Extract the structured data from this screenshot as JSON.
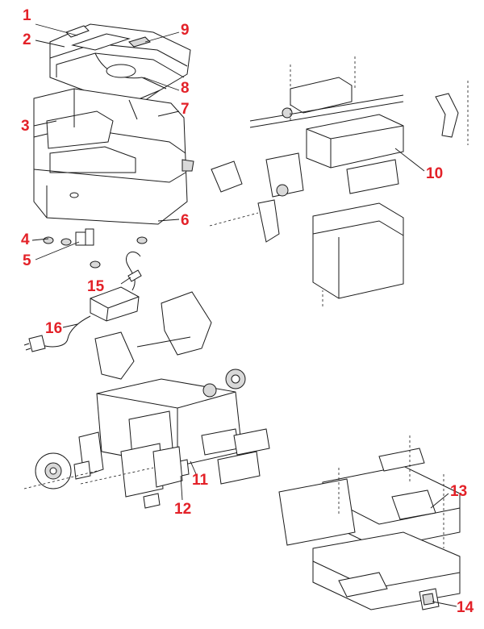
{
  "callout_color": "#e32128",
  "line_color": "#1a1a1a",
  "callouts": [
    {
      "id": "c1",
      "label": "1"
    },
    {
      "id": "c2",
      "label": "2"
    },
    {
      "id": "c3",
      "label": "3"
    },
    {
      "id": "c4",
      "label": "4"
    },
    {
      "id": "c5",
      "label": "5"
    },
    {
      "id": "c6",
      "label": "6"
    },
    {
      "id": "c7",
      "label": "7"
    },
    {
      "id": "c8",
      "label": "8"
    },
    {
      "id": "c9",
      "label": "9"
    },
    {
      "id": "c10",
      "label": "10"
    },
    {
      "id": "c11",
      "label": "11"
    },
    {
      "id": "c12",
      "label": "12"
    },
    {
      "id": "c13",
      "label": "13"
    },
    {
      "id": "c14",
      "label": "14"
    },
    {
      "id": "c15",
      "label": "15"
    },
    {
      "id": "c16",
      "label": "16"
    }
  ]
}
